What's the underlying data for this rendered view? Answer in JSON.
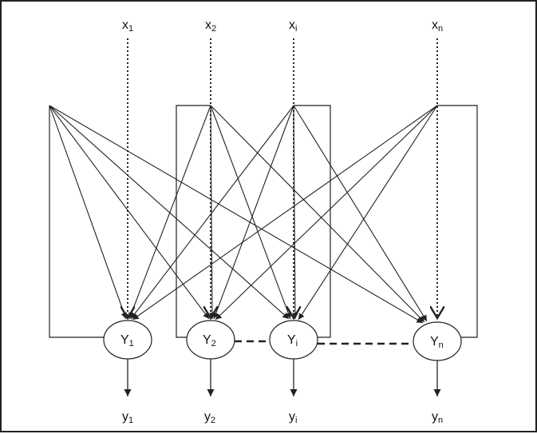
{
  "inputs": [
    {
      "id": "x1",
      "base": "x",
      "sub": "1"
    },
    {
      "id": "x2",
      "base": "x",
      "sub": "2"
    },
    {
      "id": "xi",
      "base": "x",
      "sub": "i"
    },
    {
      "id": "xn",
      "base": "x",
      "sub": "n"
    }
  ],
  "neurons": [
    {
      "id": "Y1",
      "base": "Y",
      "sub": "1"
    },
    {
      "id": "Y2",
      "base": "Y",
      "sub": "2"
    },
    {
      "id": "Yi",
      "base": "Y",
      "sub": "i"
    },
    {
      "id": "Yn",
      "base": "Y",
      "sub": "n"
    }
  ],
  "outputs": [
    {
      "id": "y1",
      "base": "y",
      "sub": "1"
    },
    {
      "id": "y2",
      "base": "y",
      "sub": "2"
    },
    {
      "id": "yi",
      "base": "y",
      "sub": "i"
    },
    {
      "id": "yn",
      "base": "y",
      "sub": "n"
    }
  ],
  "colors": {
    "stroke": "#222222",
    "text": "#111111",
    "background": "#ffffff"
  }
}
